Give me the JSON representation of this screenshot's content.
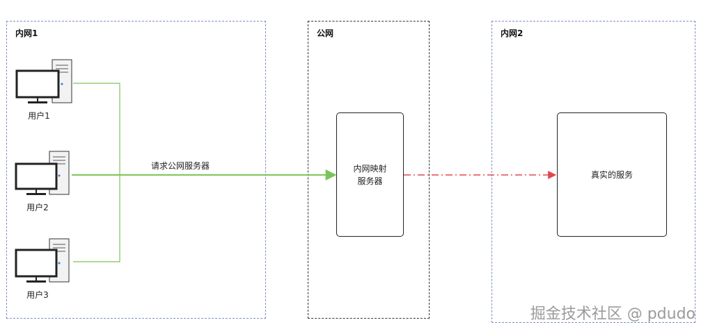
{
  "zones": {
    "intranet1": "内网1",
    "public": "公网",
    "intranet2": "内网2"
  },
  "users": [
    {
      "label": "用户1"
    },
    {
      "label": "用户2"
    },
    {
      "label": "用户3"
    }
  ],
  "mapping_server": {
    "line1": "内网映射",
    "line2": "服务器"
  },
  "real_service": "真实的服务",
  "edge_label": "请求公网服务器",
  "watermark": "掘金技术社区 @ pdudo",
  "colors": {
    "zone_border": "#7b8fc7",
    "public_border": "#333333",
    "green_edge": "#7cc45a",
    "red_edge": "#e0484f"
  }
}
